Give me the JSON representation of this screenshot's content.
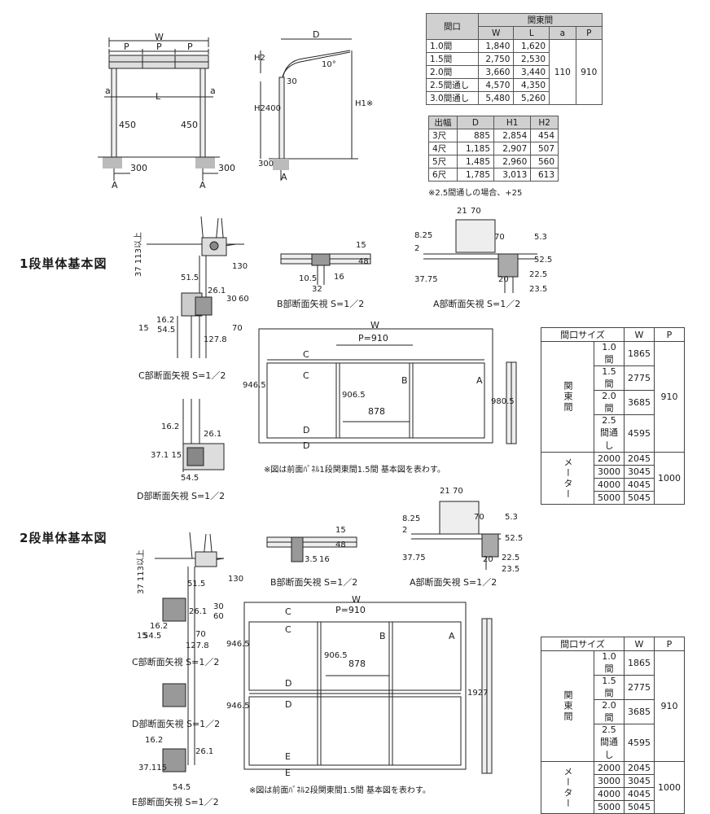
{
  "front_view": {
    "w": "W",
    "p": [
      "P",
      "P",
      "P"
    ],
    "a_left": "a",
    "l": "L",
    "a_right": "a",
    "dim_left": "450",
    "dim_right": "450",
    "base_left": "300",
    "base_right": "300",
    "sec_left": "A",
    "sec_right": "A"
  },
  "side_view": {
    "d": "D",
    "h2": "H2",
    "angle": "10°",
    "d30": "30",
    "h2400": "H2400",
    "h1": "H1※",
    "d300": "300",
    "sec": "A"
  },
  "table1": {
    "hdr_span": "間口",
    "hdr_group": "関東間",
    "cols": [
      "W",
      "L",
      "a",
      "P"
    ],
    "rows": [
      [
        "1.0間",
        "1,840",
        "1,620"
      ],
      [
        "1.5間",
        "2,750",
        "2,530"
      ],
      [
        "2.0間",
        "3,660",
        "3,440"
      ],
      [
        "2.5間通し",
        "4,570",
        "4,350"
      ],
      [
        "3.0間通し",
        "5,480",
        "5,260"
      ]
    ],
    "a": "110",
    "p": "910"
  },
  "table2": {
    "cols": [
      "出幅",
      "D",
      "H1",
      "H2"
    ],
    "rows": [
      [
        "3尺",
        "885",
        "2,854",
        "454"
      ],
      [
        "4尺",
        "1,185",
        "2,907",
        "507"
      ],
      [
        "5尺",
        "1,485",
        "2,960",
        "560"
      ],
      [
        "6尺",
        "1,785",
        "3,013",
        "613"
      ]
    ],
    "note": "※2.5間通しの場合、+25"
  },
  "sec1": {
    "title": "1段単体基本図",
    "c_dims": {
      "d130": "130",
      "d113": "37 113以上",
      "d15": "15",
      "d51": "51.5",
      "d26": "26.1",
      "d30": "30",
      "d60": "60",
      "d16": "16.2",
      "d54": "54.5",
      "d70": "70",
      "d127": "127.8"
    },
    "c_caption": "C部断面矢視 S=1／2",
    "b_dims": {
      "d15": "15",
      "d48": "48",
      "d10": "10.5",
      "d16": "16",
      "d32": "32"
    },
    "b_caption": "B部断面矢視 S=1／2",
    "a_dims": {
      "d21": "21",
      "d70": "70",
      "d8": "8.25",
      "d2": "2",
      "d5": "5.3",
      "d52": "52.5",
      "d37": "37.75",
      "d20": "20",
      "d22": "22.5",
      "d23": "23.5",
      "d70v": "70"
    },
    "a_caption": "A部断面矢視 S=1／2",
    "panel": {
      "w": "W",
      "p": "P=910",
      "h": "946.5",
      "h2": "980.5",
      "inner_h": "906.5",
      "inner_w": "878",
      "c": "C",
      "d": "D",
      "b": "B",
      "a": "A"
    },
    "d_dims": {
      "d16": "16.2",
      "d26": "26.1",
      "d37": "37.1 15",
      "d54": "54.5"
    },
    "d_caption": "D部断面矢視 S=1／2",
    "note": "※図は前面ﾊﾟﾈﾙ1段関東間1.5間 基本図を表わす。"
  },
  "sec2": {
    "title": "2段単体基本図",
    "c_dims": {
      "d130": "130",
      "d113": "37 113以上",
      "d51": "51.5",
      "d26": "26.1",
      "d30": "30",
      "d60": "60",
      "d16": "16.2",
      "d15": "15",
      "d54": "54.5",
      "d70": "70",
      "d127": "127.8"
    },
    "c_caption": "C部断面矢視 S=1／2",
    "b_caption": "B部断面矢視 S=1／2",
    "b_dims": {
      "d15": "15",
      "d48": "48",
      "d35": "3.5",
      "d16": "16"
    },
    "a_caption": "A部断面矢視 S=1／2",
    "a_dims": {
      "d21": "21",
      "d70": "70",
      "d8": "8.25",
      "d2": "2",
      "d5": "5.3",
      "d52": "52.5",
      "d37": "37.75",
      "d20": "20",
      "d22": "22.5",
      "d23": "23.5",
      "d70v": "70"
    },
    "d_caption": "D部断面矢視 S=1／2",
    "e_caption": "E部断面矢視 S=1／2",
    "e_dims": {
      "d16": "16.2",
      "d37": "37.115",
      "d26": "26.1",
      "d54": "54.5"
    },
    "panel": {
      "w": "W",
      "p": "P=910",
      "h1": "946.5",
      "h2": "946.5",
      "total": "1927",
      "inner_h": "906.5",
      "inner_w": "878",
      "c": "C",
      "d": "D",
      "e": "E",
      "b": "B",
      "a": "A"
    },
    "note": "※図は前面ﾊﾟﾈﾙ2段関東間1.5間 基本図を表わす。"
  },
  "size_table": {
    "cols": [
      "間口サイズ",
      "W",
      "P"
    ],
    "g1": "関東間",
    "g2": "メーター",
    "rows1": [
      [
        "1.0間",
        "1865"
      ],
      [
        "1.5間",
        "2775"
      ],
      [
        "2.0間",
        "3685"
      ],
      [
        "2.5間通し",
        "4595"
      ]
    ],
    "rows2": [
      [
        "2000",
        "2045"
      ],
      [
        "3000",
        "3045"
      ],
      [
        "4000",
        "4045"
      ],
      [
        "5000",
        "5045"
      ]
    ],
    "p1": "910",
    "p2": "1000"
  }
}
